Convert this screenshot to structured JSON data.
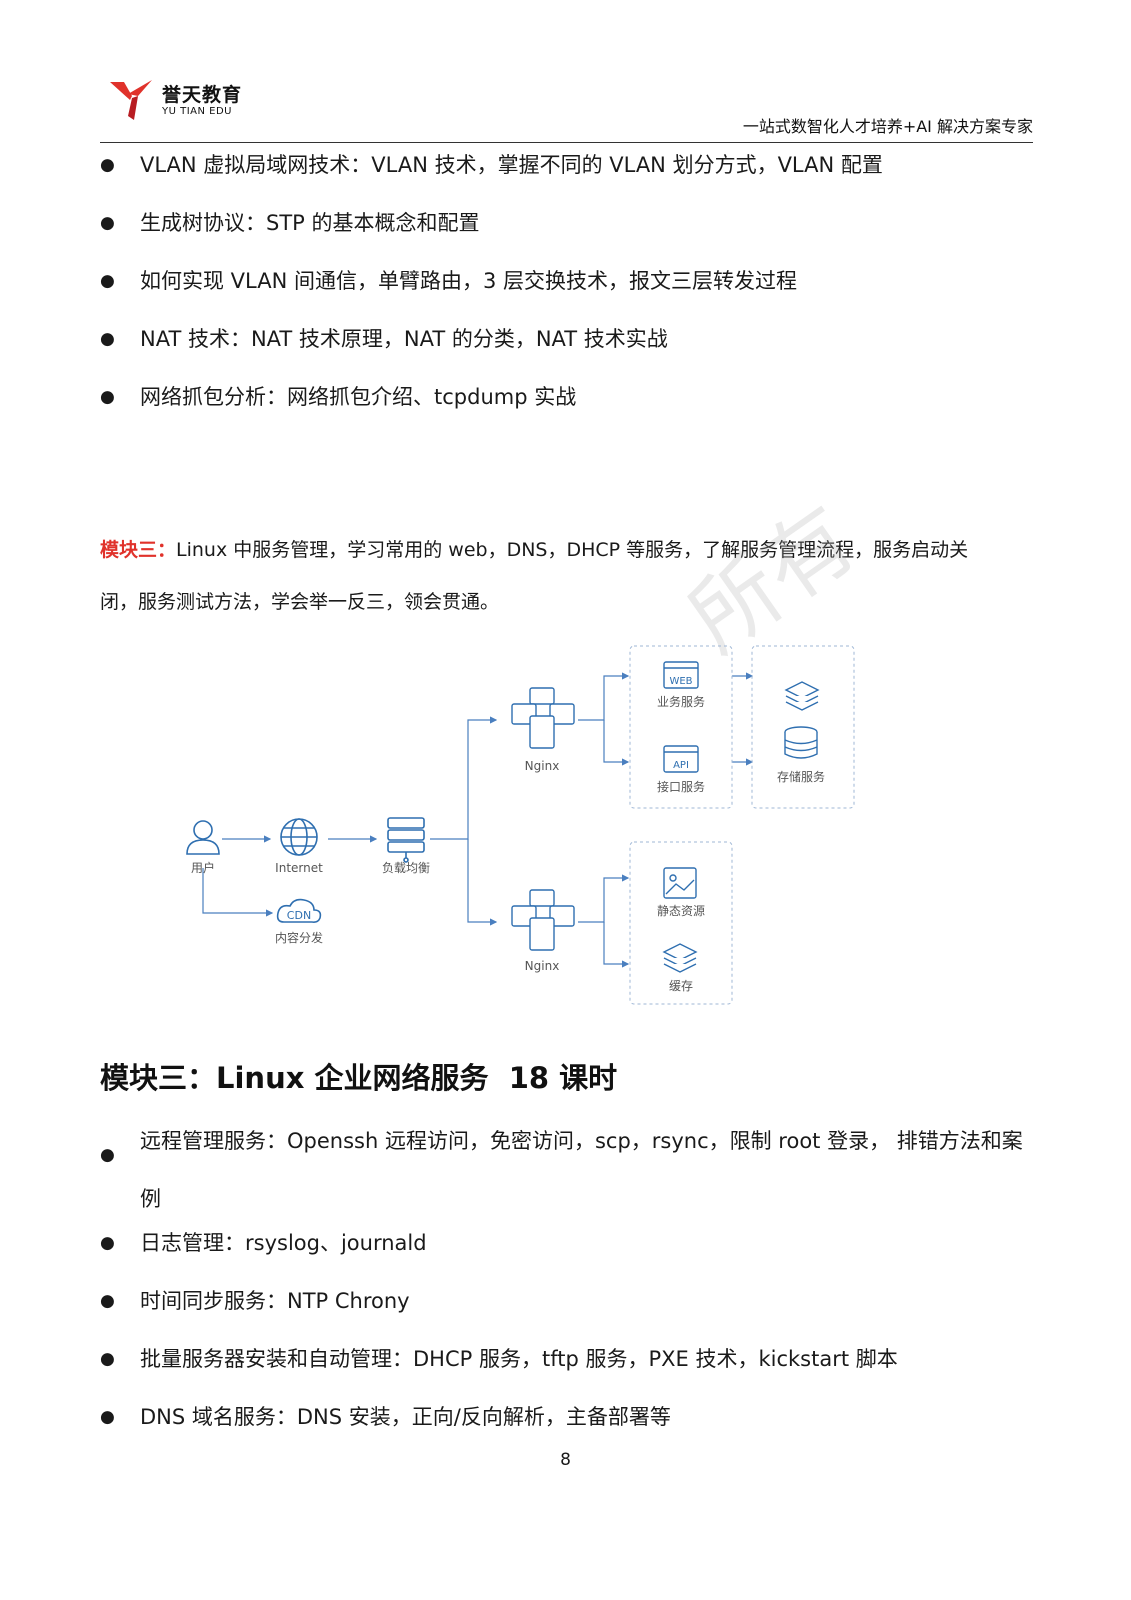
{
  "header": {
    "logo_cn": "誉天教育",
    "logo_en": "YU TIAN EDU",
    "slogan": "一站式数智化人才培养+AI 解决方案专家"
  },
  "list1": [
    "VLAN 虚拟局域网技术：VLAN 技术，掌握不同的 VLAN 划分方式，VLAN 配置",
    "生成树协议：STP 的基本概念和配置",
    "如何实现 VLAN 间通信，单臂路由，3 层交换技术，报文三层转发过程",
    "NAT 技术：NAT 技术原理，NAT 的分类，NAT 技术实战",
    "网络抓包分析：网络抓包介绍、tcpdump 实战"
  ],
  "intro": {
    "label": "模块三：",
    "text": "Linux 中服务管理，学习常用的 web，DNS，DHCP 等服务，了解服务管理流程，服务启动关闭，服务测试方法，学会举一反三，领会贯通。"
  },
  "diagram": {
    "user": "用户",
    "internet": "Internet",
    "cdn": "CDN",
    "cdn_label": "内容分发",
    "lb": "负载均衡",
    "nginx_top": "Nginx",
    "nginx_bottom": "Nginx",
    "web": "WEB",
    "web_label": "业务服务",
    "api": "API",
    "api_label": "接口服务",
    "storage_label": "存储服务",
    "static_label": "静态资源",
    "cache_label": "缓存"
  },
  "section": {
    "title": "模块三：Linux 企业网络服务  18 课时"
  },
  "list2": [
    "远程管理服务：Openssh 远程访问，免密访问，scp，rsync，限制 root 登录，   排错方法和案例",
    "日志管理：rsyslog、journald",
    "时间同步服务：NTP  Chrony",
    "批量服务器安装和自动管理：DHCP 服务，tftp 服务，PXE 技术，kickstart 脚本",
    "DNS 域名服务：DNS 安装，正向/反向解析，主备部署等"
  ],
  "watermark": "所有",
  "page_number": "8",
  "colors": {
    "accent_red": "#e0322b",
    "diagram_blue": "#2f6fb0",
    "diagram_line": "#4a7fbf"
  }
}
